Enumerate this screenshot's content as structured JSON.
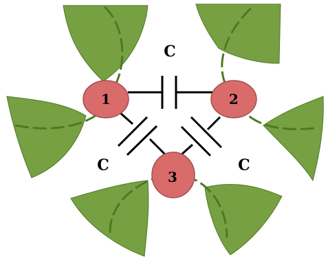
{
  "colors": {
    "leaf_fill": "#77a043",
    "leaf_edge": "#4c7a23",
    "node_fill": "#d96b6b",
    "node_edge": "#a24f4f",
    "wire": "#000000"
  },
  "nodes": [
    {
      "id": "1",
      "label": "1"
    },
    {
      "id": "2",
      "label": "2"
    },
    {
      "id": "3",
      "label": "3"
    }
  ],
  "capacitors": [
    {
      "between": [
        "1",
        "2"
      ],
      "label": "C"
    },
    {
      "between": [
        "1",
        "3"
      ],
      "label": "C"
    },
    {
      "between": [
        "2",
        "3"
      ],
      "label": "C"
    }
  ]
}
